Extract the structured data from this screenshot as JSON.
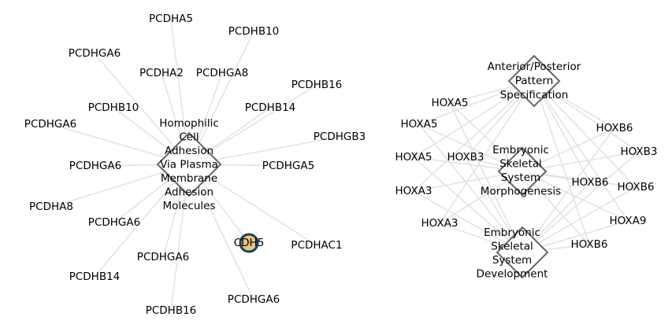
{
  "colors": {
    "edge": "#e2e2e2",
    "hub_stroke": "#666666",
    "focus_fill": "#e9c487",
    "focus_stroke": "#1f3f5b",
    "text": "#000000"
  },
  "left_network": {
    "hub": {
      "label_lines": [
        "Homophilic",
        "Cell",
        "Adhesion",
        "Via Plasma",
        "Membrane",
        "Adhesion",
        "Molecules"
      ],
      "shape": "diamond"
    },
    "focus_gene": {
      "label": "CDH5",
      "shape": "circle"
    },
    "genes": [
      "PCDHA5",
      "PCDHB10",
      "PCDHGA6",
      "PCDHA2",
      "PCDHGA8",
      "PCDHB16",
      "PCDHB14",
      "PCDHB10",
      "PCDHGA6",
      "PCDHGB3",
      "PCDHGA6",
      "PCDHGA5",
      "PCDHA8",
      "PCDHGA6",
      "PCDHAC1",
      "PCDHGA6",
      "PCDHB14",
      "PCDHGA6",
      "PCDHB16"
    ]
  },
  "right_network": {
    "hubs": [
      {
        "label_lines": [
          "Anterior/Posterior",
          "Pattern",
          "Specification"
        ],
        "shape": "diamond"
      },
      {
        "label_lines": [
          "Embryonic",
          "Skeletal",
          "System",
          "Morphogenesis"
        ],
        "shape": "diamond"
      },
      {
        "label_lines": [
          "Embryonic",
          "Skeletal",
          "System",
          "Development"
        ],
        "shape": "diamond"
      }
    ],
    "genes": [
      "HOXA5",
      "HOXA5",
      "HOXB6",
      "HOXB3",
      "HOXA5",
      "HOXB3",
      "HOXA3",
      "HOXB6",
      "HOXB6",
      "HOXA9",
      "HOXA3",
      "HOXB6"
    ]
  }
}
